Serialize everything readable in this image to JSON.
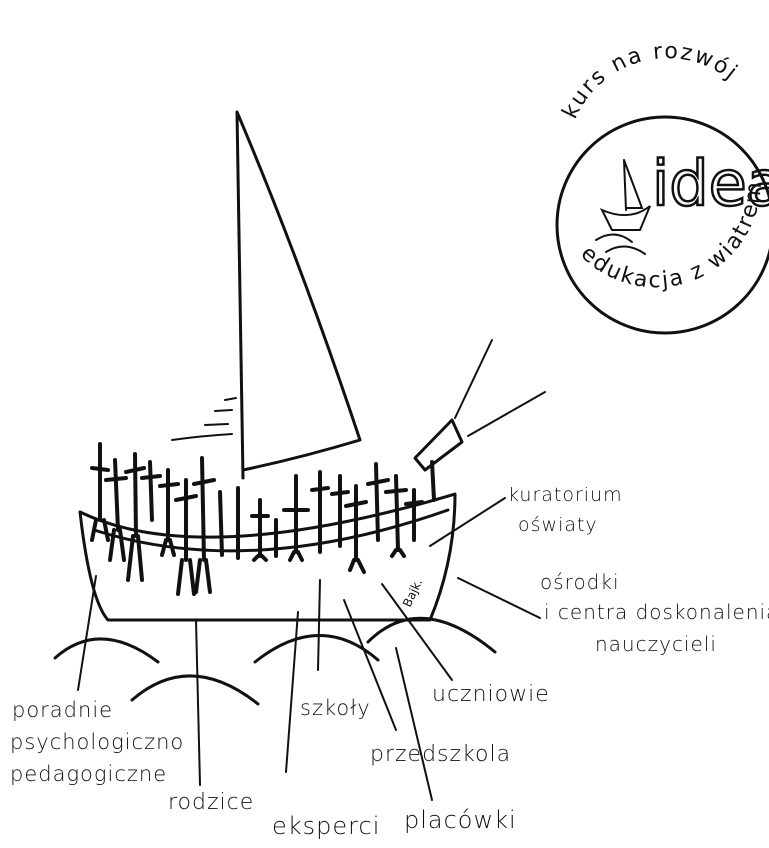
{
  "logo": {
    "top_arc_text": "kurs na rozwój",
    "center_word": "idea",
    "bottom_arc_text": "edukacja z wiatrem w żaglach"
  },
  "signature": "Bajk.",
  "labels": {
    "kuratorium_line1": "kuratorium",
    "kuratorium_line2": "oświaty",
    "osrodki_line1": "ośrodki",
    "osrodki_line2": "i centra doskonalenia",
    "osrodki_line3": "nauczycieli",
    "poradnie_line1": "poradnie",
    "poradnie_line2": "psychologiczno",
    "poradnie_line3": "pedagogiczne",
    "rodzice": "rodzice",
    "eksperci": "eksperci",
    "szkoly": "szkoły",
    "przedszkola": "przedszkola",
    "placowki": "placówki",
    "uczniowie": "uczniowie"
  }
}
